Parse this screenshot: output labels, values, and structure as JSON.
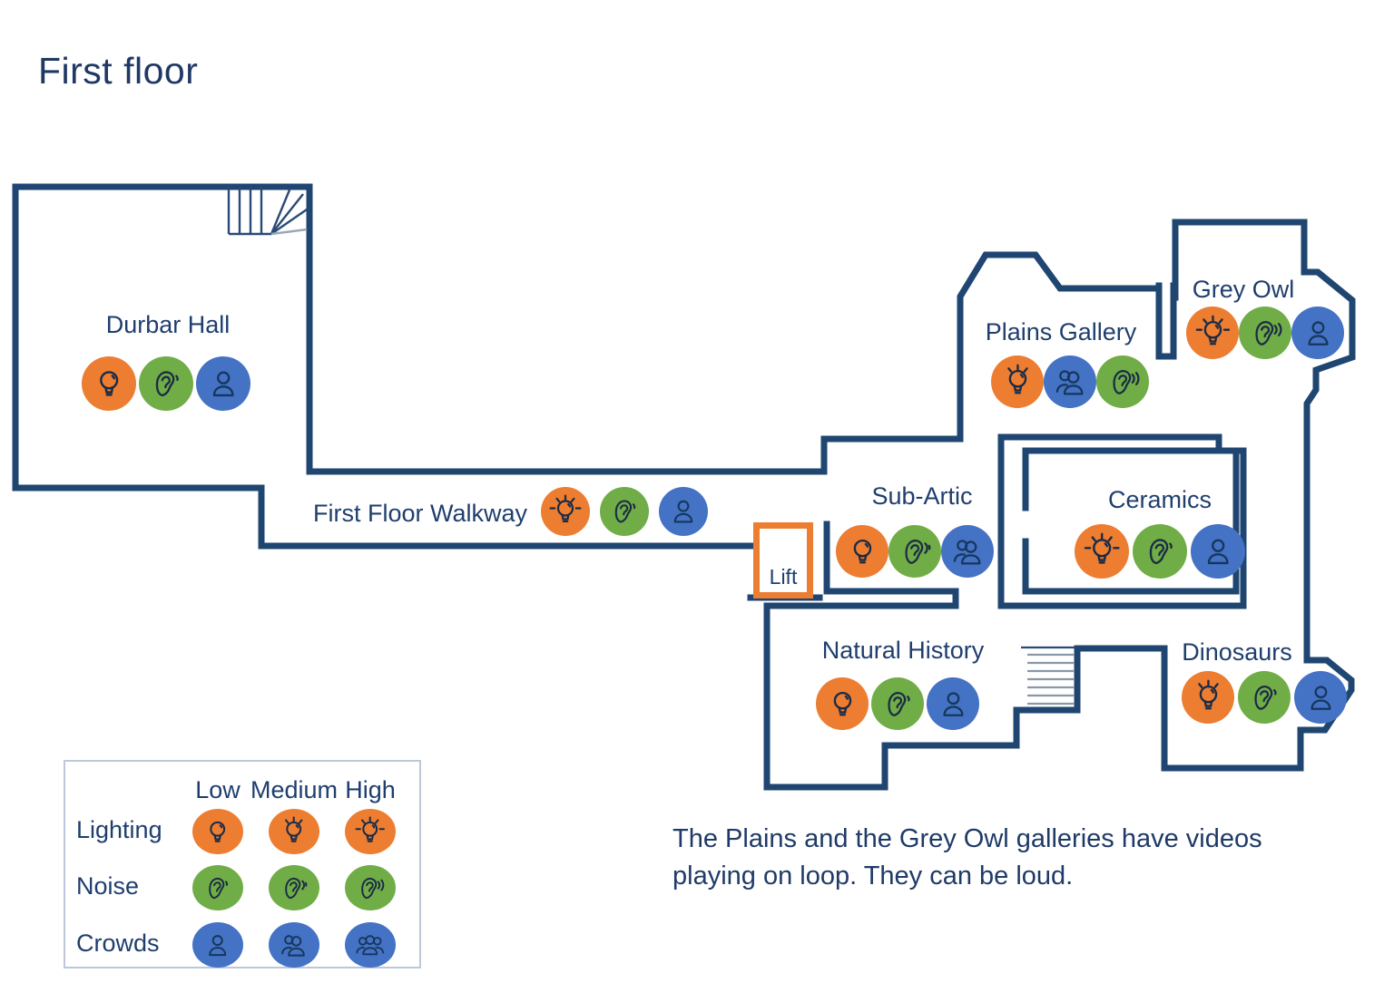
{
  "title": "First floor",
  "lift_label": "Lift",
  "note": "The Plains and the Grey Owl galleries have videos playing on loop. They can be loud.",
  "colors": {
    "wall": "#1F4571",
    "text": "#1F3E6E",
    "lighting_orange": "#ED7D31",
    "noise_green": "#70AD47",
    "crowds_blue": "#4472C4",
    "lift_border_orange": "#ED7D31"
  },
  "legend": {
    "columns": [
      "Low",
      "Medium",
      "High"
    ],
    "rows": [
      {
        "label": "Lighting",
        "type": "lighting"
      },
      {
        "label": "Noise",
        "type": "noise"
      },
      {
        "label": "Crowds",
        "type": "crowds"
      }
    ]
  },
  "icon_meanings": {
    "lighting": "bulb-icon",
    "noise": "ear-icon",
    "crowds": "person-icon"
  },
  "rooms": [
    {
      "id": "durbar-hall",
      "name": "Durbar Hall",
      "indicators": [
        {
          "type": "lighting",
          "level": "low"
        },
        {
          "type": "noise",
          "level": "low"
        },
        {
          "type": "crowds",
          "level": "low"
        }
      ]
    },
    {
      "id": "first-floor-walkway",
      "name": "First Floor Walkway",
      "indicators": [
        {
          "type": "lighting",
          "level": "high"
        },
        {
          "type": "noise",
          "level": "low"
        },
        {
          "type": "crowds",
          "level": "low"
        }
      ]
    },
    {
      "id": "plains-gallery",
      "name": "Plains Gallery",
      "indicators": [
        {
          "type": "lighting",
          "level": "medium"
        },
        {
          "type": "crowds",
          "level": "medium"
        },
        {
          "type": "noise",
          "level": "high"
        }
      ]
    },
    {
      "id": "grey-owl",
      "name": "Grey Owl",
      "indicators": [
        {
          "type": "lighting",
          "level": "high"
        },
        {
          "type": "noise",
          "level": "high"
        },
        {
          "type": "crowds",
          "level": "low"
        }
      ]
    },
    {
      "id": "sub-artic",
      "name": "Sub-Artic",
      "indicators": [
        {
          "type": "lighting",
          "level": "low"
        },
        {
          "type": "noise",
          "level": "medium"
        },
        {
          "type": "crowds",
          "level": "medium"
        }
      ]
    },
    {
      "id": "ceramics",
      "name": "Ceramics",
      "indicators": [
        {
          "type": "lighting",
          "level": "high"
        },
        {
          "type": "noise",
          "level": "low"
        },
        {
          "type": "crowds",
          "level": "low"
        }
      ]
    },
    {
      "id": "natural-history",
      "name": "Natural History",
      "indicators": [
        {
          "type": "lighting",
          "level": "low"
        },
        {
          "type": "noise",
          "level": "low"
        },
        {
          "type": "crowds",
          "level": "low"
        }
      ]
    },
    {
      "id": "dinosaurs",
      "name": "Dinosaurs",
      "indicators": [
        {
          "type": "lighting",
          "level": "medium"
        },
        {
          "type": "noise",
          "level": "low"
        },
        {
          "type": "crowds",
          "level": "low"
        }
      ]
    }
  ]
}
